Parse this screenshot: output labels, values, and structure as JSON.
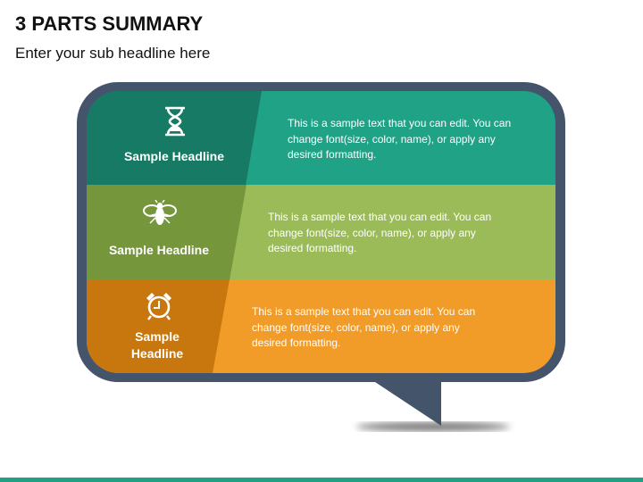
{
  "title": "3 PARTS SUMMARY",
  "subtitle": "Enter your sub headline here",
  "colors": {
    "frame": "#44546a",
    "row1_dark": "#167a64",
    "row1_light": "#20a286",
    "row2_dark": "#76963c",
    "row2_light": "#9bbb59",
    "row3_dark": "#c7770d",
    "row3_light": "#f19c28",
    "accent_bar": "#21a184"
  },
  "rows": [
    {
      "icon": "hourglass-icon",
      "headline": "Sample Headline",
      "text": "This is a sample text that you can edit. You can change font(size, color, name), or apply any desired formatting."
    },
    {
      "icon": "bee-icon",
      "headline": "Sample Headline",
      "text": "This is a sample text that you can edit. You can change font(size, color, name), or apply any desired formatting."
    },
    {
      "icon": "alarm-clock-icon",
      "headline": "Sample Headline",
      "text": "This is a sample text that you can edit. You can change font(size, color, name), or apply any desired formatting."
    }
  ]
}
